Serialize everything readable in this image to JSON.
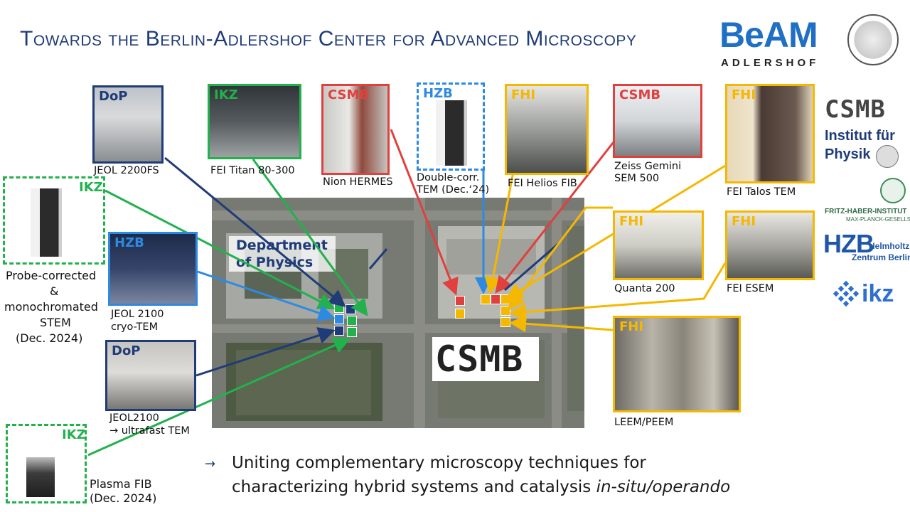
{
  "title": "Towards the Berlin-Adlershof Center for Advanced Microscopy",
  "logos": {
    "beam": "BeAM",
    "adlershof": "ADLERSHOF",
    "csmb": "CSMB",
    "institut1": "Institut für",
    "institut2": "Physik",
    "fhi1": "FRITZ-HABER-INSTITUT",
    "fhi2": "MAX-PLANCK-GESELLSCHAFT",
    "hzb": "HZB",
    "hzb_sub1": "Helmholtz",
    "hzb_sub2": "Zentrum Berlin",
    "ikz": "ikz"
  },
  "colors": {
    "dop": "#1f3c78",
    "ikz": "#22b14c",
    "csmb": "#e0403e",
    "hzb": "#2e8ae0",
    "fhi": "#f5b800"
  },
  "map": {
    "department": "Department",
    "department2": "of Physics",
    "csmb_label": "CSMB"
  },
  "instruments": {
    "dop1": {
      "tag": "DoP",
      "caption1": "JEOL 2200FS",
      "caption2": ""
    },
    "ikz1": {
      "tag": "IKZ",
      "caption1": "FEI Titan 80-300",
      "caption2": ""
    },
    "csmb1": {
      "tag": "CSMB",
      "caption1": "Nion HERMES",
      "caption2": ""
    },
    "hzb1": {
      "tag": "HZB",
      "caption1": "Double-corr.",
      "caption2": "TEM (Dec.‘24)"
    },
    "fhi1": {
      "tag": "FHI",
      "caption1": "FEI Helios FIB",
      "caption2": ""
    },
    "csmb2": {
      "tag": "CSMB",
      "caption1": "Zeiss Gemini",
      "caption2": "SEM 500"
    },
    "fhi2": {
      "tag": "FHI",
      "caption1": "FEI Talos TEM",
      "caption2": ""
    },
    "ikz2": {
      "tag": "IKZ",
      "caption1": "Probe-corrected",
      "caption2": "&",
      "caption3": "monochromated",
      "caption4": "STEM",
      "caption5": "(Dec. 2024)"
    },
    "hzb2": {
      "tag": "HZB",
      "caption1": "JEOL 2100",
      "caption2": "cryo-TEM"
    },
    "dop2": {
      "tag": "DoP",
      "caption1": "JEOL2100",
      "caption2": "→ ultrafast TEM"
    },
    "ikz3": {
      "tag": "IKZ",
      "caption1": "Plasma FIB",
      "caption2": "(Dec. 2024)"
    },
    "fhi3": {
      "tag": "FHI",
      "caption1": "Quanta 200",
      "caption2": ""
    },
    "fhi4": {
      "tag": "FHI",
      "caption1": "FEI ESEM",
      "caption2": ""
    },
    "fhi5": {
      "tag": "FHI",
      "caption1": "LEEM/PEEM",
      "caption2": ""
    }
  },
  "bullet": {
    "arrow": "→",
    "line1": "Uniting complementary microscopy techniques for",
    "line2_plain": "characterizing hybrid systems and catalysis ",
    "line2_italic": "in-situ/operando"
  }
}
